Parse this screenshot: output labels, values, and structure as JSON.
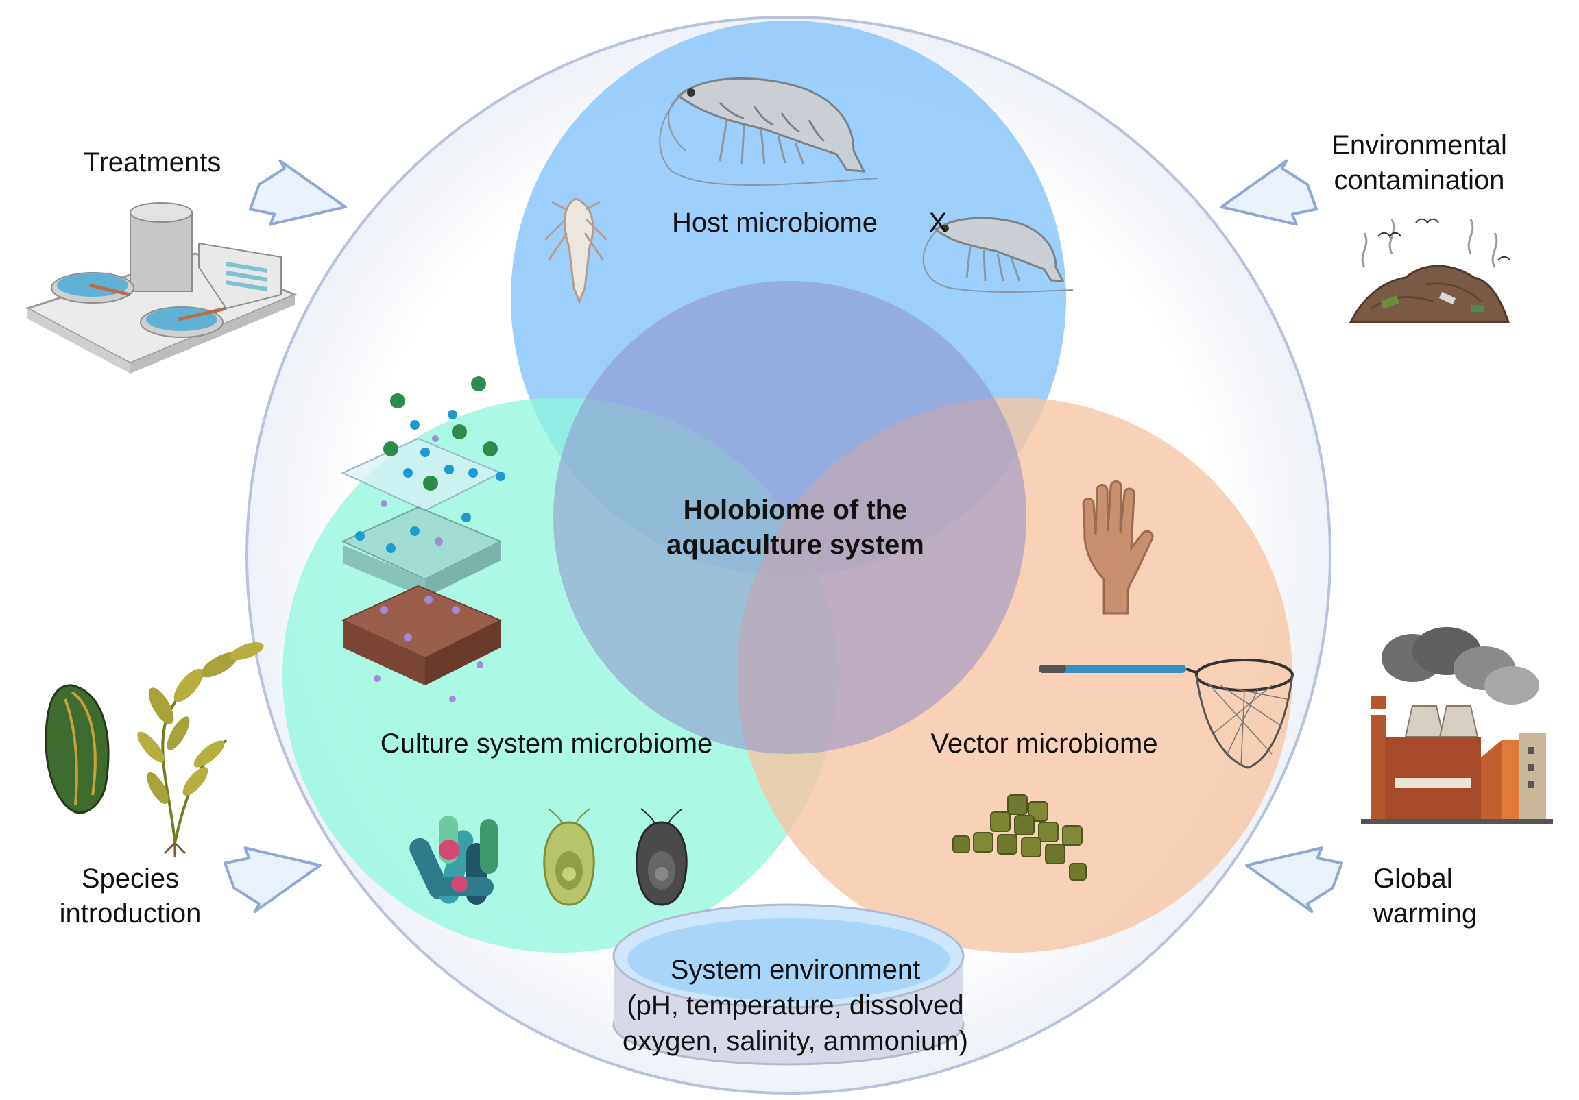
{
  "center": {
    "title_line1": "Holobiome of the",
    "title_line2": "aquaculture system"
  },
  "circles": {
    "host": {
      "label": "Host microbiome",
      "cross_mark": "X",
      "color": "#8cc7fb"
    },
    "culture": {
      "label": "Culture system microbiome",
      "color": "#8ff7dc"
    },
    "vector": {
      "label": "Vector microbiome",
      "color": "#f6c6a4"
    },
    "center_overlap_color": "#9aa8dd",
    "outer_ring_color": "#b8c2dc"
  },
  "environment": {
    "line1": "System environment",
    "line2": "(pH, temperature, dissolved",
    "line3": "oxygen, salinity, ammonium)"
  },
  "external_factors": {
    "treatments": "Treatments",
    "contamination_line1": "Environmental",
    "contamination_line2": "contamination",
    "species_line1": "Species",
    "species_line2": "introduction",
    "warming_line1": "Global",
    "warming_line2": "warming",
    "arrow_color": "#e9f1fb",
    "arrow_stroke": "#8fa8d4"
  },
  "icons": {
    "host": [
      "shrimp-adult-icon",
      "shrimp-larva-icon",
      "shrimp-juvenile-icon"
    ],
    "culture": [
      "biofilm-layers-icon",
      "bacteria-cluster-icon",
      "green-microalga-icon",
      "dark-microalga-icon"
    ],
    "vector": [
      "hand-icon",
      "fishing-net-icon",
      "feed-pellets-icon"
    ],
    "external": [
      "treatment-plant-icon",
      "waste-pile-icon",
      "mussel-icon",
      "seaweed-icon",
      "factory-icon"
    ]
  }
}
